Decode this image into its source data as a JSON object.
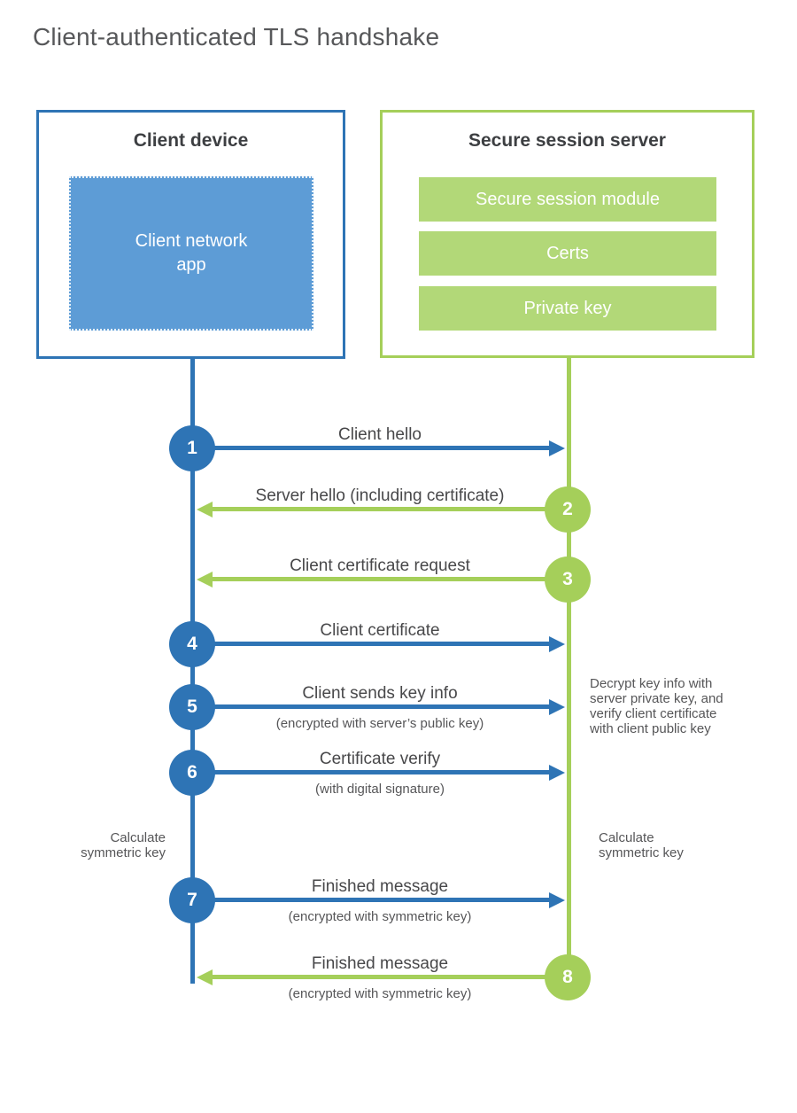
{
  "title": "Client-authenticated TLS handshake",
  "client": {
    "title": "Client device",
    "app_label": "Client network\napp"
  },
  "server": {
    "title": "Secure session server",
    "modules": [
      "Secure session module",
      "Certs",
      "Private key"
    ]
  },
  "steps": [
    {
      "num": "1",
      "label": "Client hello",
      "direction": "client-to-server"
    },
    {
      "num": "2",
      "label": "Server hello (including certificate)",
      "direction": "server-to-client"
    },
    {
      "num": "3",
      "label": "Client certificate request",
      "direction": "server-to-client"
    },
    {
      "num": "4",
      "label": "Client certificate",
      "direction": "client-to-server"
    },
    {
      "num": "5",
      "label": "Client sends key info",
      "sub": "(encrypted with server’s public key)",
      "direction": "client-to-server"
    },
    {
      "num": "6",
      "label": "Certificate verify",
      "sub": "(with digital signature)",
      "direction": "client-to-server"
    },
    {
      "num": "7",
      "label": "Finished message",
      "sub": "(encrypted with symmetric key)",
      "direction": "client-to-server"
    },
    {
      "num": "8",
      "label": "Finished message",
      "sub": "(encrypted with symmetric key)",
      "direction": "server-to-client"
    }
  ],
  "annotations": {
    "decrypt_note": "Decrypt key info with\nserver private key, and\nverify client certificate\nwith client public key",
    "calculate_left": "Calculate\nsymmetric key",
    "calculate_right": "Calculate\nsymmetric key"
  },
  "colors": {
    "client_blue": "#2e74b5",
    "client_blue_light": "#5d9cd6",
    "server_green": "#a5cf5a",
    "server_green_light": "#b2d878"
  }
}
